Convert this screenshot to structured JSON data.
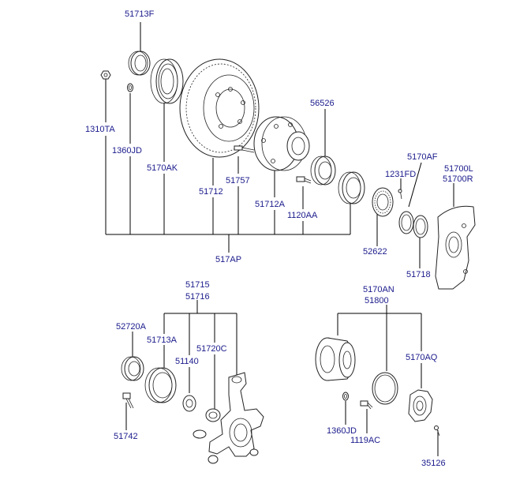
{
  "labels": {
    "p51713F": "51713F",
    "p1310TA": "1310TA",
    "p1360JD_top": "1360JD",
    "p5170AK": "5170AK",
    "p51712": "51712",
    "p51757": "51757",
    "p51712A": "51712A",
    "p56526": "56526",
    "p1120AA": "1120AA",
    "p1231FD": "1231FD",
    "p5170AF": "5170AF",
    "p51700L": "51700L",
    "p51700R": "51700R",
    "p52622": "52622",
    "p51718": "51718",
    "p517AP": "517AP",
    "p51715": "51715",
    "p51716": "51716",
    "p52720A": "52720A",
    "p51713A": "51713A",
    "p51140": "51140",
    "p51720C": "51720C",
    "p51742": "51742",
    "p5170AN": "5170AN",
    "p51800": "51800",
    "p5170AQ": "5170AQ",
    "p1360JD_bot": "1360JD",
    "p1119AC": "1119AC",
    "p35126": "35126"
  }
}
